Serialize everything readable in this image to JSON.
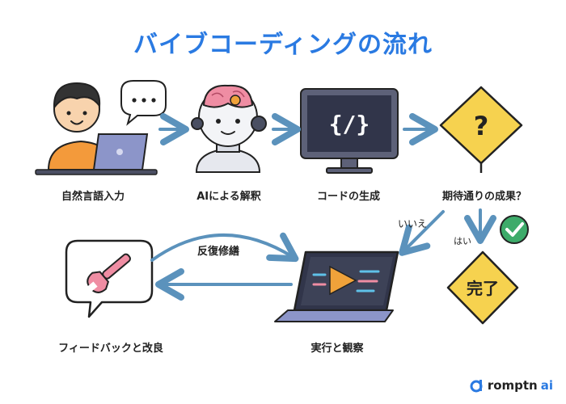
{
  "title": "バイブコーディングの流れ",
  "steps": {
    "input": "自然言語入力",
    "ai_parse": "AIによる解釈",
    "codegen": "コードの生成",
    "check": "期待通りの成果？",
    "done": "完了",
    "run": "実行と観察",
    "feedback": "フィードバックと改良"
  },
  "edges": {
    "no": "いいえ",
    "yes": "はい",
    "iterate": "反復修繕"
  },
  "icons": {
    "code": "{/}",
    "question": "?"
  },
  "brand": {
    "name": "romptn",
    "suffix": "ai"
  },
  "colors": {
    "title": "#2a7ae2",
    "arrow": "#5b92bc",
    "diamond": "#f6d24f",
    "check": "#3dab6a"
  }
}
